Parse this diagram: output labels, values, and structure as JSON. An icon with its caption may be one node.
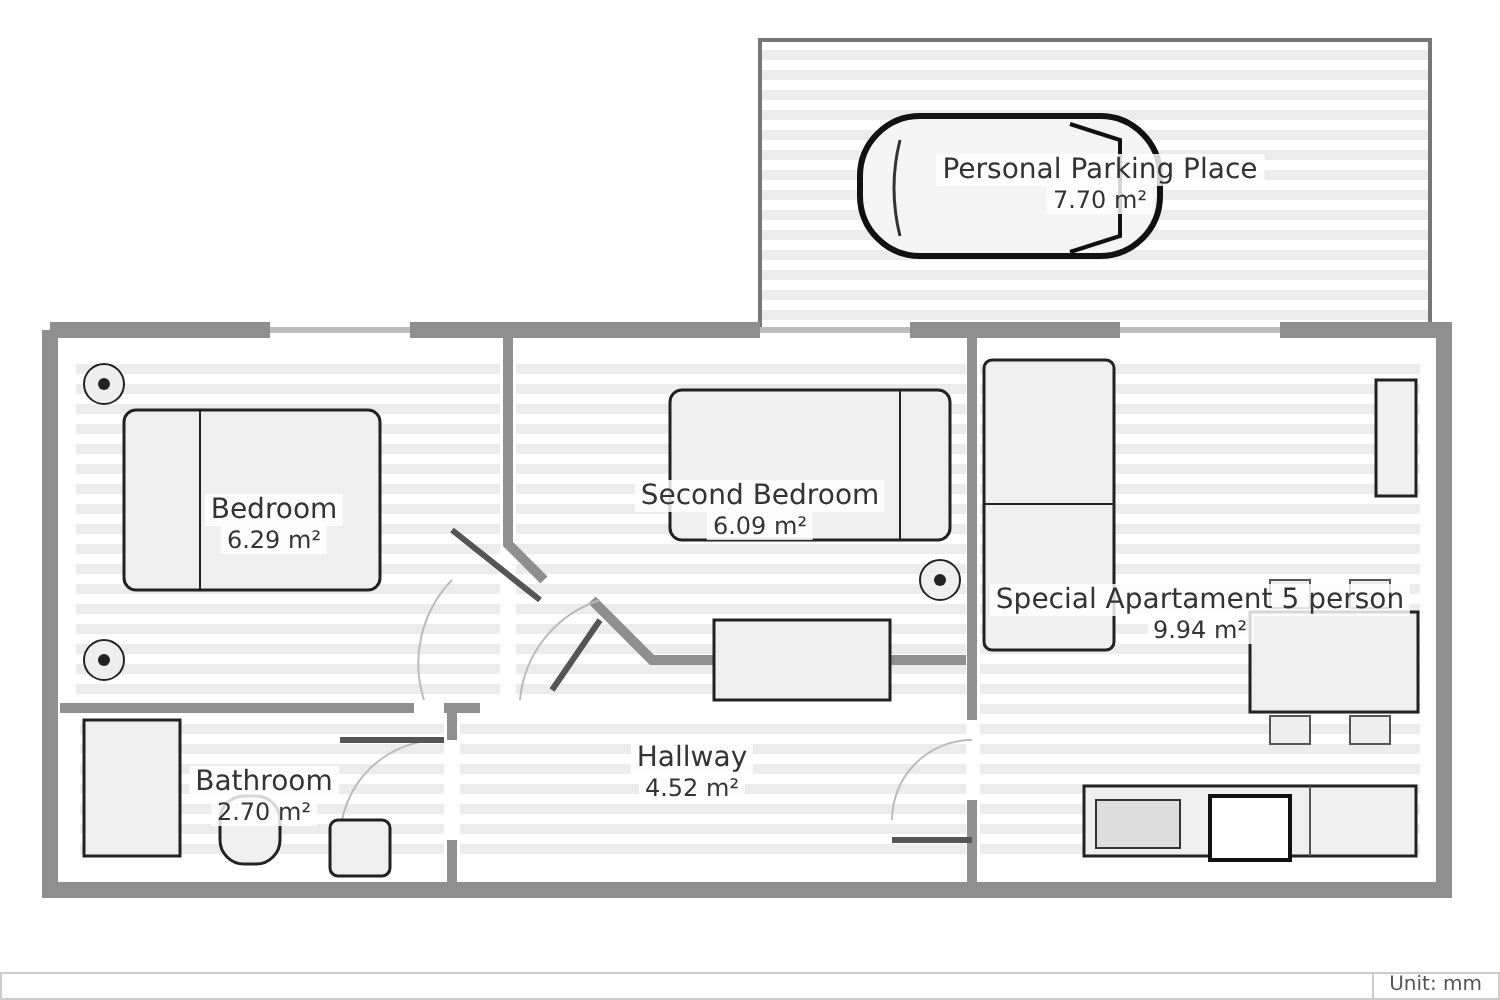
{
  "diagram": {
    "nodes": [
      {
        "text": [
          "Personal Parking Place",
          "7.70 m²"
        ]
      },
      {
        "text": [
          "Bedroom",
          "6.29 m²"
        ]
      },
      {
        "text": [
          "Second Bedroom",
          "6.09 m²"
        ]
      },
      {
        "text": [
          "Special Apartament 5 person",
          "9.94 m²"
        ]
      },
      {
        "text": [
          "Bathroom",
          "2.70 m²"
        ]
      },
      {
        "text": [
          "Hallway",
          "4.52 m²"
        ]
      }
    ],
    "edges": [],
    "labels": [
      "Unit: mm"
    ]
  }
}
